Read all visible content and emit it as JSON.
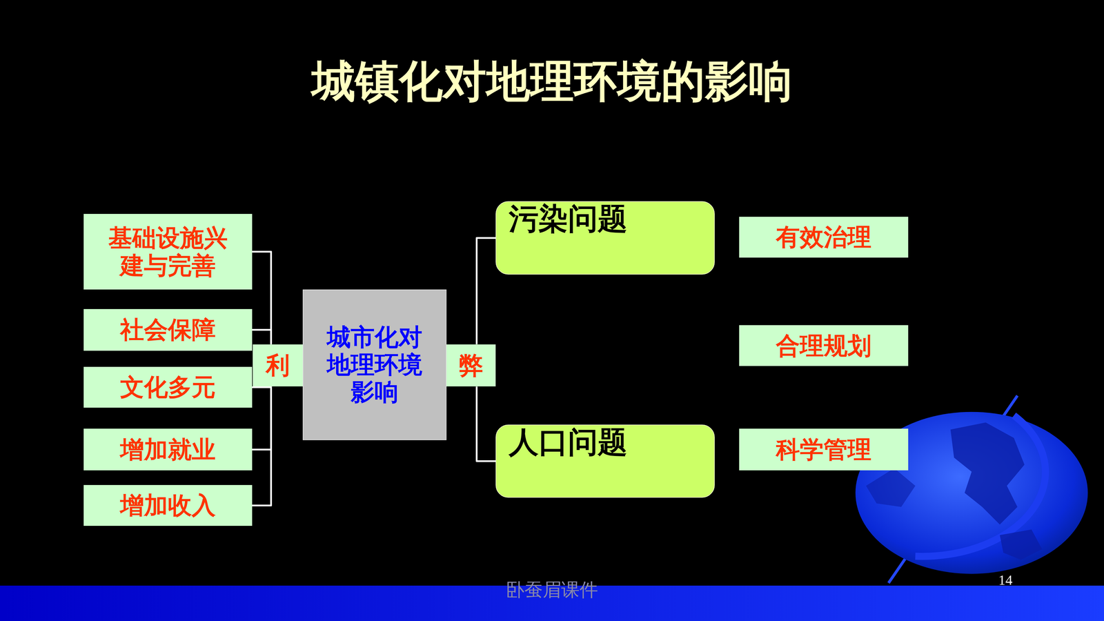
{
  "diagram": {
    "title": "城镇化对地理环境的影响",
    "nodes": [
      {
        "text": [
          "基础设施兴建与完善"
        ]
      },
      {
        "text": [
          "社会保障"
        ]
      },
      {
        "text": [
          "文化多元"
        ]
      },
      {
        "text": [
          "增加就业"
        ]
      },
      {
        "text": [
          "增加收入"
        ]
      },
      {
        "text": [
          "利"
        ]
      },
      {
        "text": [
          "城市化对地理环境影响"
        ]
      },
      {
        "text": [
          "弊"
        ]
      },
      {
        "text": [
          "污染问题"
        ]
      },
      {
        "text": [
          "有效治理"
        ]
      },
      {
        "text": [
          "合理规划"
        ]
      },
      {
        "text": [
          "人口问题"
        ]
      },
      {
        "text": [
          "科学管理"
        ]
      }
    ],
    "edges": [
      {
        "from": 5,
        "to": 0,
        "arrow": "none"
      },
      {
        "from": 5,
        "to": 1,
        "arrow": "none"
      },
      {
        "from": 5,
        "to": 2,
        "arrow": "none"
      },
      {
        "from": 5,
        "to": 3,
        "arrow": "none"
      },
      {
        "from": 5,
        "to": 4,
        "arrow": "none"
      },
      {
        "from": 7,
        "to": 8,
        "arrow": "none"
      },
      {
        "from": 7,
        "to": 11,
        "arrow": "none"
      }
    ],
    "labels": [
      "卧蚕眉课件",
      "14"
    ]
  }
}
